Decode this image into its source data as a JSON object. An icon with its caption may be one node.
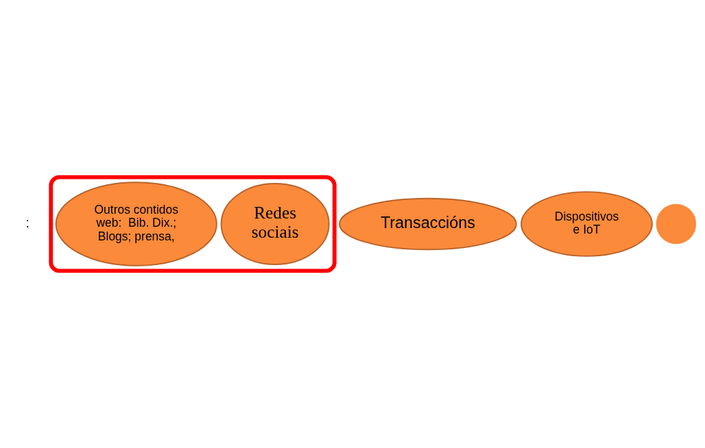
{
  "diagram": {
    "nodes": [
      {
        "text": [],
        "shape": "ellipse"
      },
      {
        "text": [
          "Redes sociais"
        ],
        "in": 0
      },
      {
        "text": [
          "Outros contidos web:  Bib. Dix.; Blogs; prensa,"
        ],
        "in": 0
      },
      {
        "text": [
          "Transaccións"
        ]
      },
      {
        "text": [
          "Dispositivos e IoT"
        ]
      },
      {
        "text": [],
        "shape": "circle"
      }
    ],
    "labels": [
      ":"
    ]
  }
}
